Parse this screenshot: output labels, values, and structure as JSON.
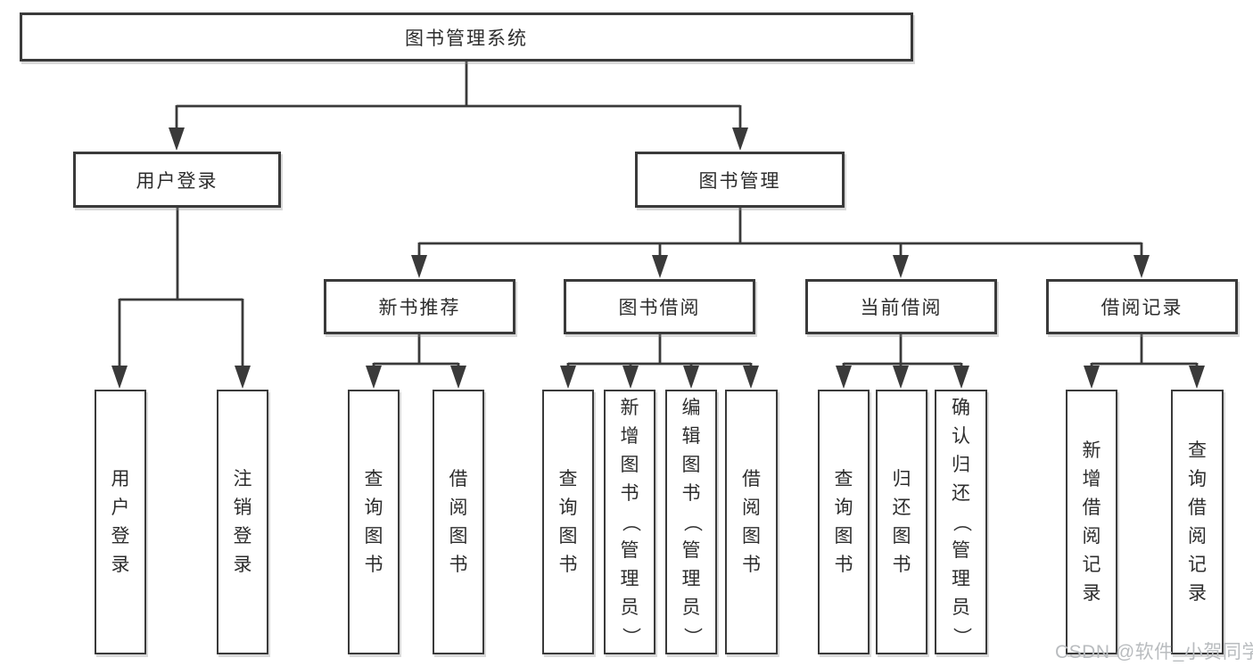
{
  "diagram": {
    "root": {
      "label": "图书管理系统"
    },
    "children": [
      {
        "label": "用户登录",
        "children": [
          {
            "label": "用户登录"
          },
          {
            "label": "注销登录"
          }
        ]
      },
      {
        "label": "图书管理",
        "children": [
          {
            "label": "新书推荐",
            "children": [
              {
                "label": "查询图书"
              },
              {
                "label": "借阅图书"
              }
            ]
          },
          {
            "label": "图书借阅",
            "children": [
              {
                "label": "查询图书"
              },
              {
                "label": "新增图书（管理员）"
              },
              {
                "label": "编辑图书（管理员）"
              },
              {
                "label": "借阅图书"
              }
            ]
          },
          {
            "label": "当前借阅",
            "children": [
              {
                "label": "查询图书"
              },
              {
                "label": "归还图书"
              },
              {
                "label": "确认归还（管理员）"
              }
            ]
          },
          {
            "label": "借阅记录",
            "children": [
              {
                "label": "新增借阅记录"
              },
              {
                "label": "查询借阅记录"
              }
            ]
          }
        ]
      }
    ]
  },
  "watermark": {
    "text": "CSDN @软件_小贺同学"
  },
  "colors": {
    "line": "#3a3a3a",
    "text": "#2d2d2d",
    "background": "#ffffff",
    "watermark": "#b9bcbf"
  }
}
